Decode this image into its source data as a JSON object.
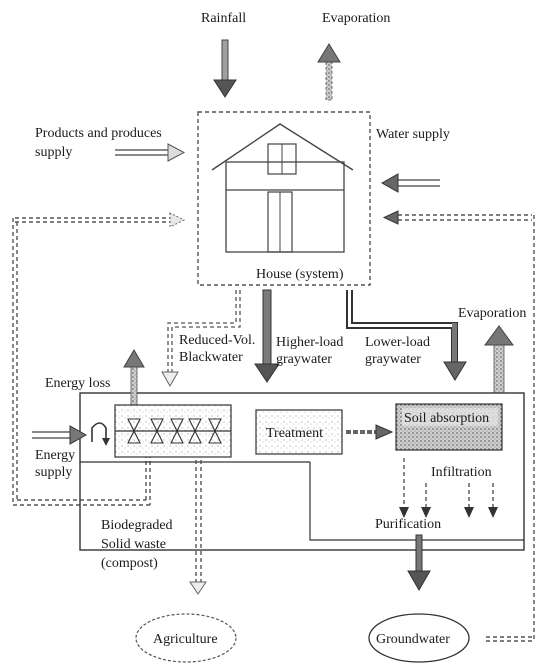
{
  "labels": {
    "rainfall": "Rainfall",
    "evaporation_top": "Evaporation",
    "products_line1": "Products and produces",
    "products_line2": "supply",
    "water_supply": "Water supply",
    "house": "House (system)",
    "evaporation_right": "Evaporation",
    "reduced_line1": "Reduced-Vol.",
    "reduced_line2": "Blackwater",
    "higher_line1": "Higher-load",
    "higher_line2": "graywater",
    "lower_line1": "Lower-load",
    "lower_line2": "graywater",
    "energy_loss": "Energy loss",
    "energy_line1": "Energy",
    "energy_line2": "supply",
    "treatment": "Treatment",
    "soil_absorption": "Soil absorption",
    "infiltration": "Infiltration",
    "purification": "Purification",
    "biodegraded_line1": "Biodegraded",
    "biodegraded_line2": "Solid waste",
    "biodegraded_line3": "(compost)",
    "agriculture": "Agriculture",
    "groundwater": "Groundwater"
  },
  "colors": {
    "line": "#444444",
    "arrow_fill": "#9a9a9a",
    "arrow_head": "#555555",
    "background": "#ffffff"
  }
}
